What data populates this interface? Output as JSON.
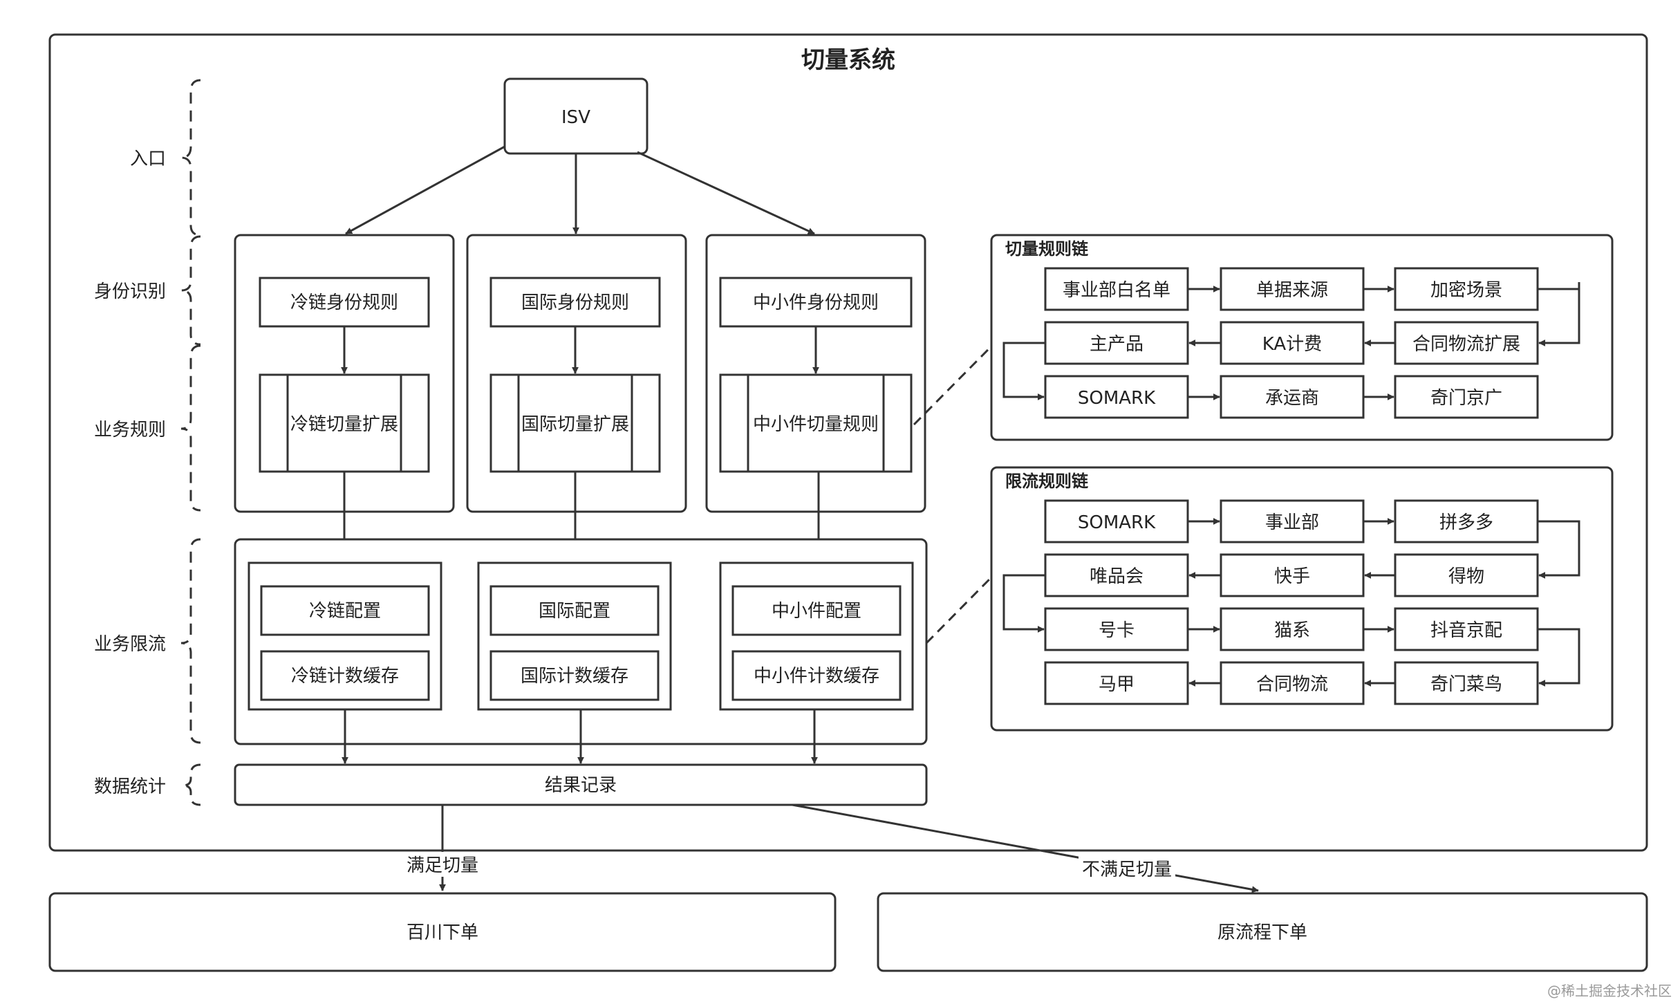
{
  "title": "切量系统",
  "layers": [
    "入口",
    "身份识别",
    "业务规则",
    "业务限流",
    "数据统计"
  ],
  "entry": "ISV",
  "identity_rules": [
    "冷链身份规则",
    "国际身份规则",
    "中小件身份规则"
  ],
  "business_rules": [
    "冷链切量扩展",
    "国际切量扩展",
    "中小件切量规则"
  ],
  "limit_configs": [
    "冷链配置",
    "国际配置",
    "中小件配置"
  ],
  "limit_caches": [
    "冷链计数缓存",
    "国际计数缓存",
    "中小件计数缓存"
  ],
  "result": "结果记录",
  "cut_chain": {
    "title": "切量规则链",
    "nodes": [
      "事业部白名单",
      "单据来源",
      "加密场景",
      "合同物流扩展",
      "KA计费",
      "主产品",
      "SOMARK",
      "承运商",
      "奇门京广"
    ]
  },
  "limit_chain": {
    "title": "限流规则链",
    "nodes": [
      "SOMARK",
      "事业部",
      "拼多多",
      "得物",
      "快手",
      "唯品会",
      "号卡",
      "猫系",
      "抖音京配",
      "奇门菜鸟",
      "合同物流",
      "马甲"
    ]
  },
  "outcomes": {
    "satisfied_label": "满足切量",
    "unsatisfied_label": "不满足切量",
    "left_target": "百川下单",
    "right_target": "原流程下单"
  },
  "watermark": "@稀土掘金技术社区"
}
